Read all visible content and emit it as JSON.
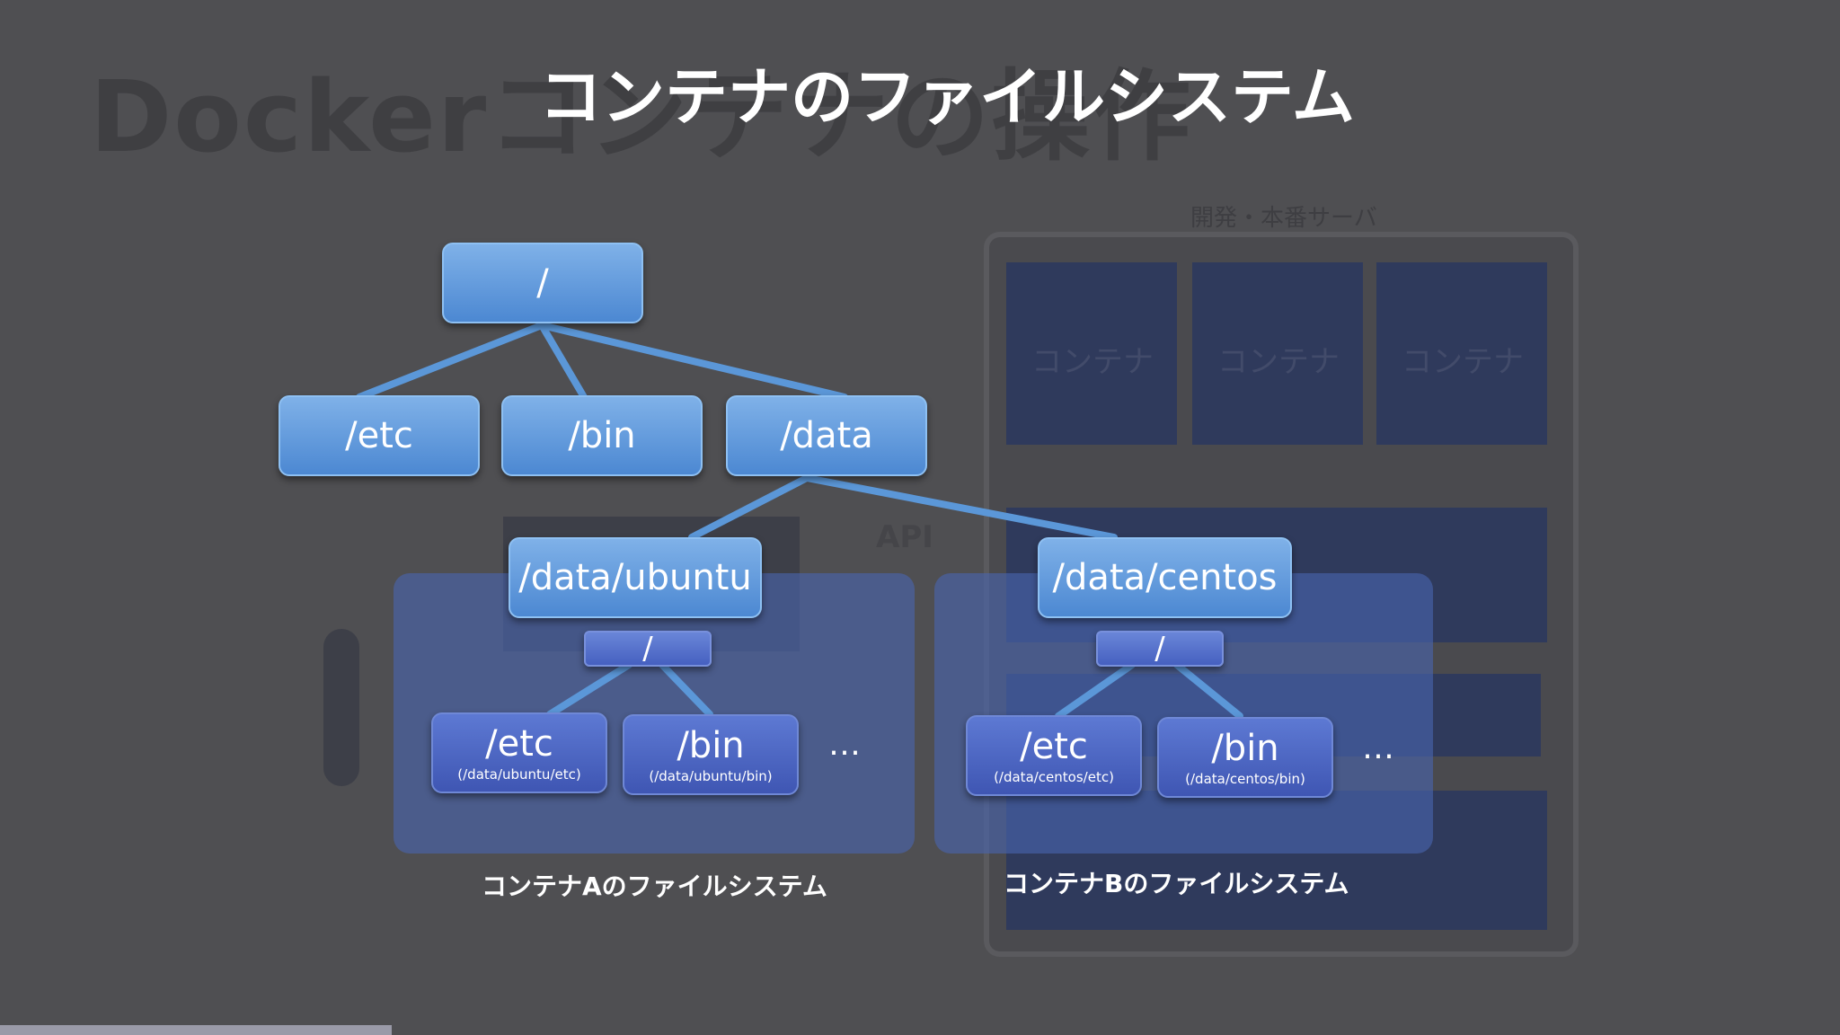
{
  "background_slide": {
    "title": "Dockerコンテナの操作",
    "panel_label": "開発・本番サーバ",
    "container_boxes": [
      "コンテナ",
      "コンテナ",
      "コンテナ"
    ],
    "api_label": "API"
  },
  "slide": {
    "title": "コンテナのファイルシステム"
  },
  "tree": {
    "root": "/",
    "level1": [
      "/etc",
      "/bin",
      "/data"
    ],
    "level2": [
      "/data/ubuntu",
      "/data/centos"
    ]
  },
  "container_a": {
    "root": "/",
    "etc": {
      "label": "/etc",
      "path": "(/data/ubuntu/etc)"
    },
    "bin": {
      "label": "/bin",
      "path": "(/data/ubuntu/bin)"
    },
    "more": "…",
    "caption": "コンテナAのファイルシステム"
  },
  "container_b": {
    "root": "/",
    "etc": {
      "label": "/etc",
      "path": "(/data/centos/etc)"
    },
    "bin": {
      "label": "/bin",
      "path": "(/data/centos/bin)"
    },
    "more": "…",
    "caption": "コンテナBのファイルシステム"
  },
  "colors": {
    "background": "#4f4f52",
    "edge": "#5b97d8",
    "container_fill": "#4864af"
  }
}
